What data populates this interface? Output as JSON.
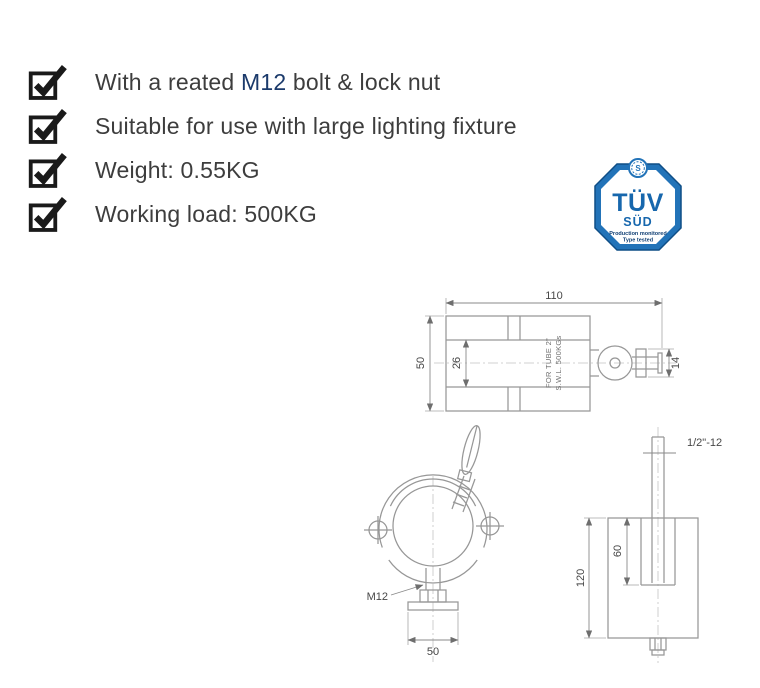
{
  "features": [
    {
      "pre": "With a reated ",
      "highlight": "M12",
      "post": " bolt & lock nut"
    },
    {
      "pre": "Suitable for use with large lighting fixture",
      "highlight": "",
      "post": ""
    },
    {
      "pre": "Weight: 0.55KG",
      "highlight": "",
      "post": ""
    },
    {
      "pre": "Working load: 500KG",
      "highlight": "",
      "post": ""
    }
  ],
  "badge": {
    "top_symbol": "S",
    "title": "TÜV",
    "subtitle": "SÜD",
    "caption_line1": "Production monitored",
    "caption_line2": "Type tested",
    "color": "#2273b8"
  },
  "drawings": {
    "top_view": {
      "overall_width": "110",
      "overall_height": "50",
      "channel_width": "26",
      "nut_width": "14",
      "marking_line1": "FOR TUBE 2\"",
      "marking_line2": "S.W.L. 500KGs"
    },
    "side_view": {
      "bolt_size": "M12",
      "base_width": "50"
    },
    "front_view": {
      "thread_spec": "1/2\"-12",
      "overall_height": "120",
      "slot_depth": "60"
    }
  }
}
